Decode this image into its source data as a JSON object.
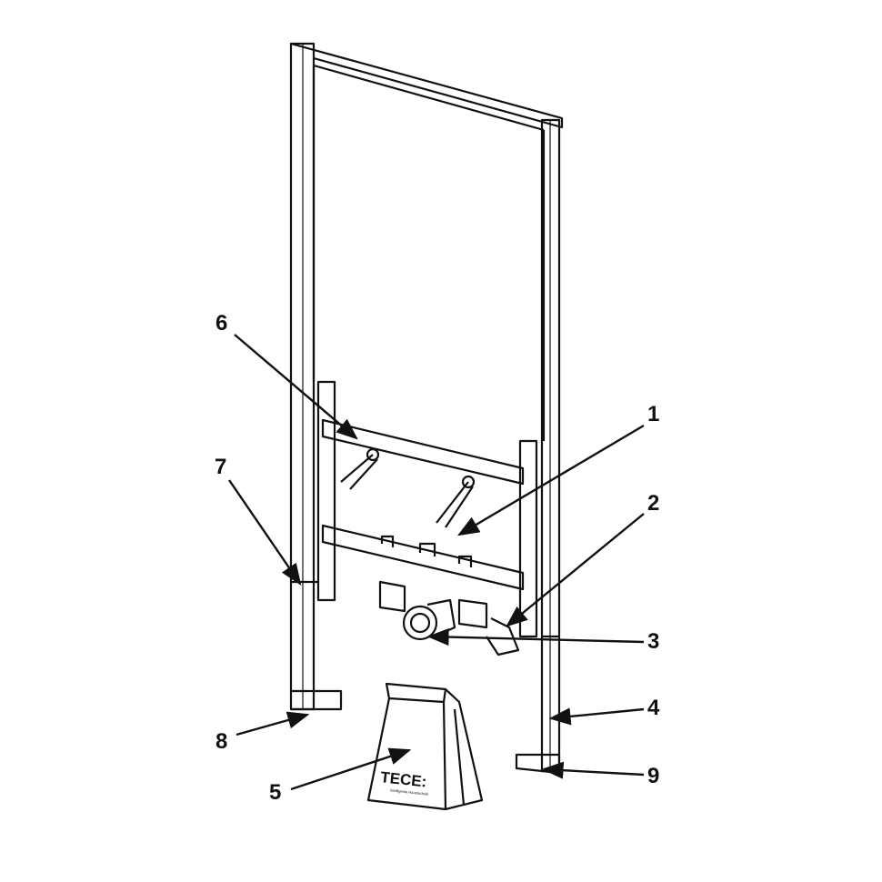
{
  "labels": {
    "l1": "1",
    "l2": "2",
    "l3": "3",
    "l4": "4",
    "l5": "5",
    "l6": "6",
    "l7": "7",
    "l8": "8",
    "l9": "9"
  },
  "bag": {
    "brand": "TECE:",
    "tagline": "Intelligente Haustechnik"
  },
  "colors": {
    "line": "#111111",
    "background": "#ffffff"
  }
}
